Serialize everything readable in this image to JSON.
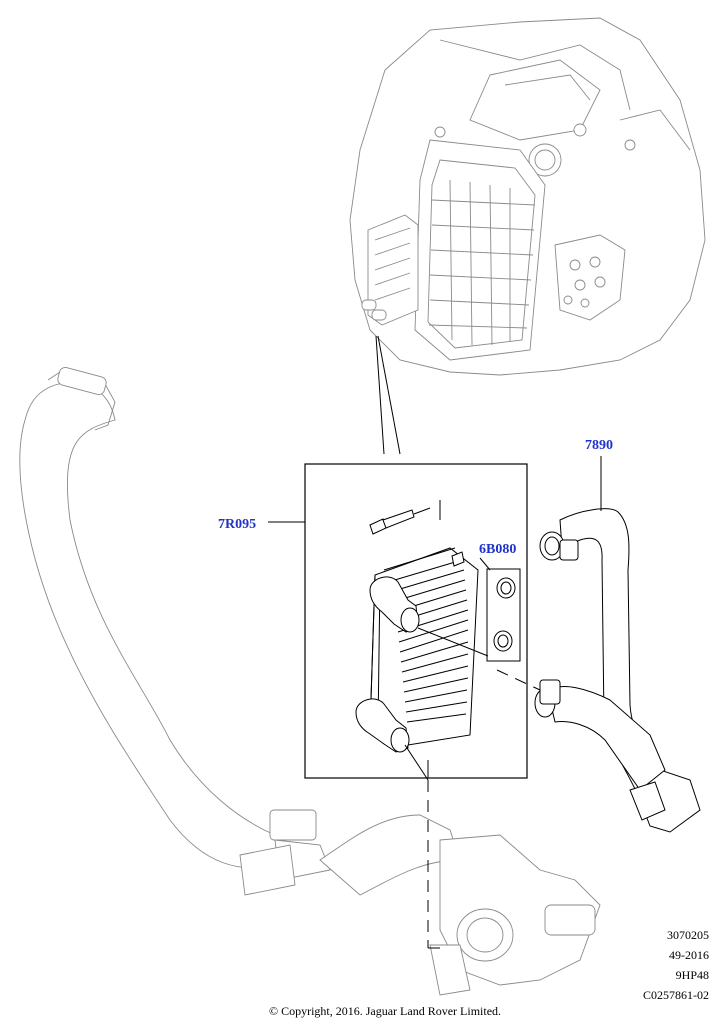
{
  "callouts": {
    "oil_cooler": "7R095",
    "seal": "6B080",
    "tube": "7890"
  },
  "reference": {
    "line1": "3070205",
    "line2": "49-2016",
    "line3": "9HP48",
    "line4": "C0257861-02"
  },
  "copyright": "© Copyright, 2016. Jaguar Land Rover Limited.",
  "colors": {
    "callout": "#1f33c8",
    "line": "#000000",
    "ghost": "#8a8a8a"
  }
}
